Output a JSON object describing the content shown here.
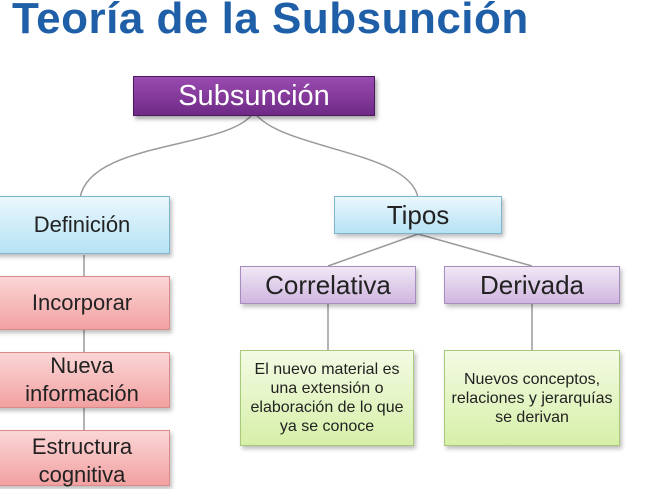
{
  "title": "Teoría de la Subsunción",
  "nodes": {
    "root": "Subsunción",
    "definicion": "Definición",
    "incorporar": "Incorporar",
    "nueva_informacion": "Nueva información",
    "estructura_cognitiva": "Estructura cognitiva",
    "tipos": "Tipos",
    "correlativa": "Correlativa",
    "derivada": "Derivada",
    "correlativa_desc": "El nuevo material es una extensión o elaboración de lo que ya se conoce",
    "derivada_desc": "Nuevos conceptos, relaciones y jerarquías se derivan"
  },
  "colors": {
    "title": "#1f5fa8",
    "root": "#7a3191",
    "blue": "#b6e2f4",
    "red": "#f2a1a1",
    "purple": "#cfb6df",
    "green": "#d6efa8"
  }
}
